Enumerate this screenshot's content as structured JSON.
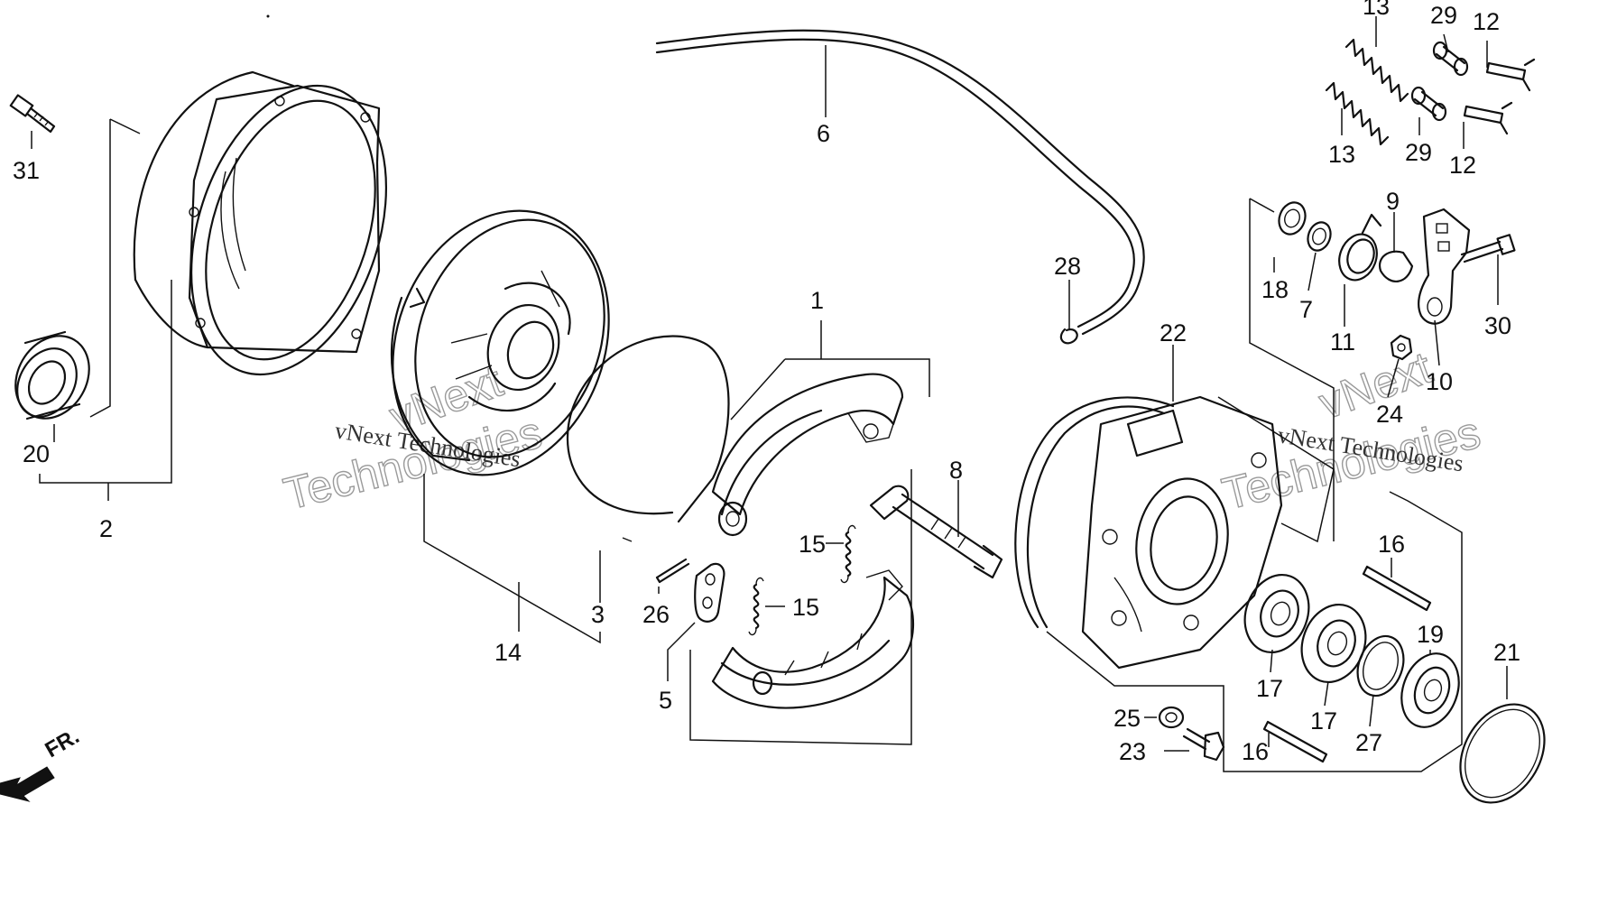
{
  "callouts": {
    "p1": "1",
    "p2": "2",
    "p3": "3",
    "p5": "5",
    "p6": "6",
    "p7": "7",
    "p8": "8",
    "p9": "9",
    "p10": "10",
    "p11": "11",
    "p12a": "12",
    "p12b": "12",
    "p13a": "13",
    "p13b": "13",
    "p14": "14",
    "p15a": "15",
    "p15b": "15",
    "p16a": "16",
    "p16b": "16",
    "p17a": "17",
    "p17b": "17",
    "p18": "18",
    "p19": "19",
    "p20": "20",
    "p21": "21",
    "p22": "22",
    "p23": "23",
    "p24": "24",
    "p25": "25",
    "p26": "26",
    "p27": "27",
    "p28": "28",
    "p29a": "29",
    "p29b": "29",
    "p30": "30",
    "p31": "31"
  },
  "direction_label": "FR.",
  "watermark": {
    "line1": "vNext Technologies",
    "line2": "Technologies",
    "line3": "vNext"
  },
  "colors": {
    "ink": "#111111",
    "background": "#ffffff",
    "watermark": "#9a9a9a"
  }
}
